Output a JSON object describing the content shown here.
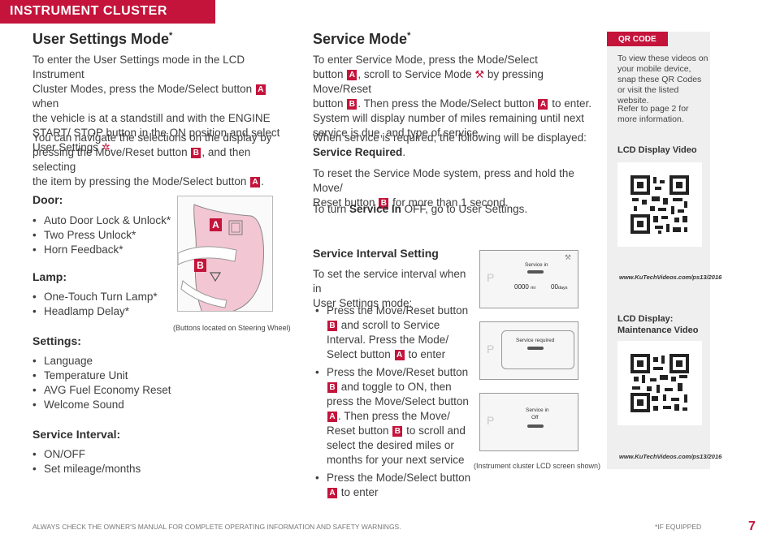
{
  "header": {
    "section": "INSTRUMENT CLUSTER"
  },
  "user_settings": {
    "title": "User Settings Mode",
    "title_mark": "*",
    "p1": [
      "To enter the User Settings mode in the LCD Instrument",
      "Cluster Modes, press the Mode/Select button",
      "when",
      "the vehicle is at a standstill and with the ENGINE",
      "START/ STOP button in the ON position and select",
      "User Settings",
      "."
    ],
    "p2": [
      "You can navigate the selections on the display by",
      "pressing the Move/Reset button",
      ", and then selecting",
      "the item by pressing the Mode/Select button",
      "."
    ],
    "door_head": "Door:",
    "door_items": [
      "Auto Door Lock & Unlock*",
      "Two Press Unlock*",
      "Horn Feedback*"
    ],
    "lamp_head": "Lamp:",
    "lamp_items": [
      "One-Touch Turn Lamp*",
      "Headlamp Delay*"
    ],
    "settings_head": "Settings:",
    "settings_items": [
      "Language",
      "Temperature Unit",
      "AVG Fuel Economy Reset",
      "Welcome Sound"
    ],
    "interval_head": "Service Interval:",
    "interval_items": [
      "ON/OFF",
      "Set mileage/months"
    ],
    "wheel_caption": "(Buttons located on Steering Wheel)"
  },
  "buttons": {
    "a": "A",
    "b": "B"
  },
  "service_mode": {
    "title": "Service Mode",
    "title_mark": "*",
    "p1": [
      "To enter Service Mode, press the Mode/Select",
      "button",
      ", scroll to Service Mode",
      "by pressing Move/Reset",
      "button",
      ". Then press the Mode/Select button",
      "to enter.",
      "System will display number of miles remaining until next",
      "service is due, and type of service."
    ],
    "p2": [
      "When service is required, the following will be displayed:",
      "Service Required",
      "."
    ],
    "p3": [
      "To reset the Service Mode system, press and hold the Move/",
      "Reset button",
      "for more than 1 second."
    ],
    "p4": [
      "To turn",
      "Service In",
      "OFF, go to User Settings."
    ],
    "sub_head": "Service Interval Setting",
    "sub_intro": [
      "To set the service interval when in",
      "User Settings mode:"
    ],
    "steps": [
      [
        "Press the Move/Reset button",
        "and scroll to Service",
        "Interval. Press the Mode/",
        "Select button",
        "to enter"
      ],
      [
        "Press the Move/Reset button",
        "and toggle to ON, then",
        "press the Move/Select button",
        ". Then press the Move/",
        "Reset button",
        "to scroll and",
        "select the desired miles or",
        "months for your next service"
      ],
      [
        "Press the Mode/Select button",
        "to enter"
      ]
    ],
    "lcd_caption": "(Instrument cluster LCD screen shown)",
    "lcd1": {
      "label": "Service in",
      "miles": "0000",
      "mi_unit": "mi",
      "days": "00",
      "days_unit": "days",
      "gear": "P"
    },
    "lcd2": {
      "label": "Service required",
      "gear": "P"
    },
    "lcd3": {
      "label": "Service in",
      "label2": "Off",
      "gear": "P"
    }
  },
  "qr": {
    "tag": "QR CODE",
    "intro": "To view these videos on your mobile device, snap these QR Codes or visit the listed website.",
    "refer": "Refer to page 2 for more information.",
    "video1_title": "LCD Display Video",
    "video1_url": "www.KuTechVideos.com/ps13/2016",
    "video2_title_1": "LCD Display:",
    "video2_title_2": "Maintenance Video",
    "video2_url": "www.KuTechVideos.com/ps13/2016"
  },
  "footer": {
    "warning": "ALWAYS CHECK THE OWNER'S MANUAL FOR COMPLETE OPERATING INFORMATION AND SAFETY WARNINGS.",
    "equipped": "*IF EQUIPPED",
    "page": "7"
  },
  "colors": {
    "brand_red": "#c4143b",
    "panel_gray": "#efefef",
    "wheel_pink": "#f3c6d3"
  }
}
